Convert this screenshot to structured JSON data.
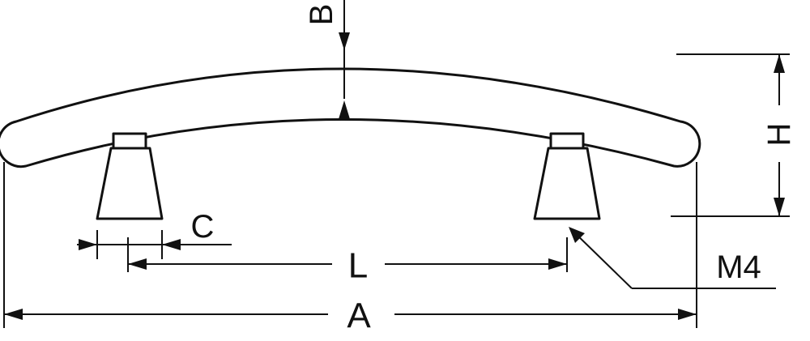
{
  "labels": {
    "overall_length": "A",
    "center_distance": "L",
    "thickness": "B",
    "height": "H",
    "base_offset": "C",
    "thread": "M4"
  },
  "colors": {
    "line": "#111111",
    "background": "#ffffff"
  }
}
